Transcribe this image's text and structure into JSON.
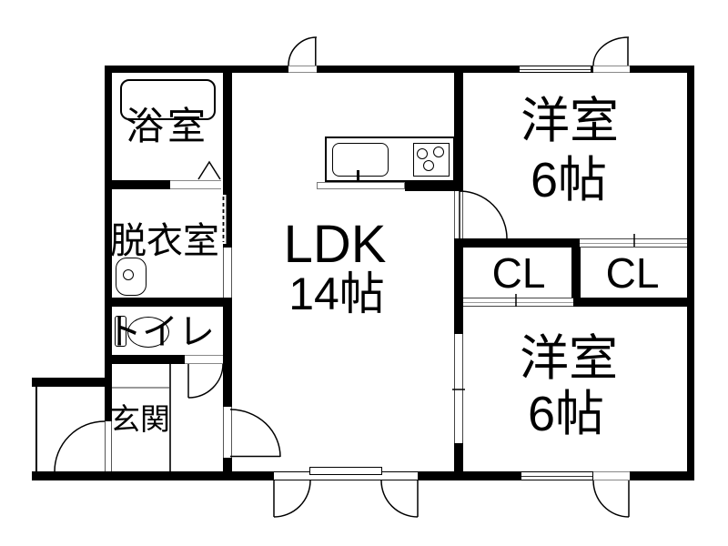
{
  "rooms": {
    "ldk": {
      "name": "LDK",
      "size": "14帖"
    },
    "bedroom_top": {
      "name": "洋室",
      "size": "6帖"
    },
    "bedroom_bottom": {
      "name": "洋室",
      "size": "6帖"
    },
    "bathroom": {
      "name": "浴室"
    },
    "dressing_room": {
      "name": "脱衣室"
    },
    "toilet": {
      "name": "トイレ"
    },
    "entrance": {
      "name": "玄関"
    },
    "closet_left": {
      "name": "CL"
    },
    "closet_right": {
      "name": "CL"
    }
  },
  "colors": {
    "wall": "#000000",
    "floor": "#ffffff",
    "detail_gray": "#888888"
  }
}
